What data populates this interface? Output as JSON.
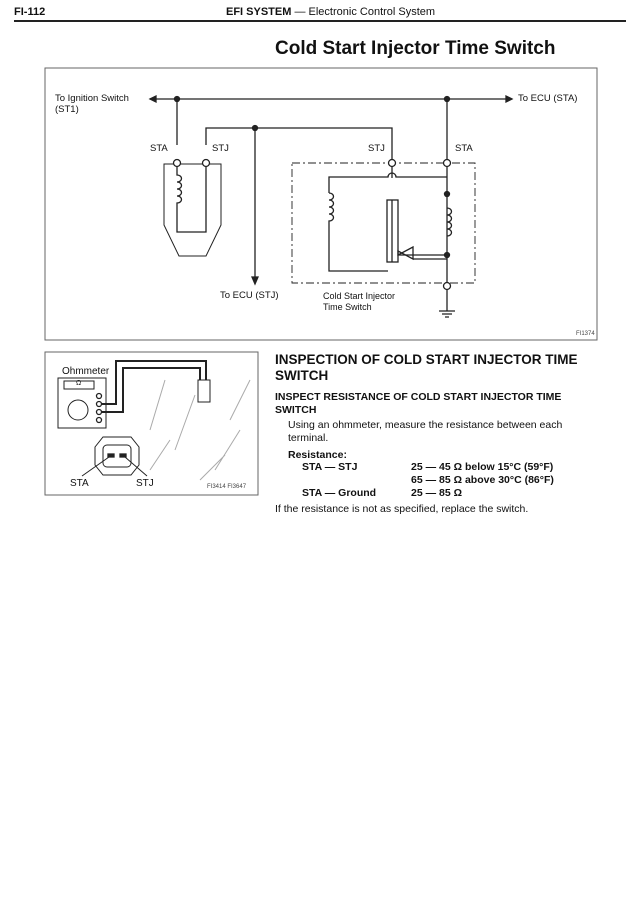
{
  "header": {
    "page_number": "FI-112",
    "section": "EFI SYSTEM",
    "section_sep": " — ",
    "subsection": "Electronic Control System"
  },
  "title": "Cold Start Injector Time Switch",
  "circuit": {
    "to_ignition": "To Ignition Switch",
    "to_ignition_sub": "(ST1)",
    "to_ecu_sta": "To ECU (STA)",
    "to_ecu_stj": "To ECU (STJ)",
    "sta_left": "STA",
    "stj_left": "STJ",
    "stj_right": "STJ",
    "sta_right": "STA",
    "switch_label_1": "Cold Start Injector",
    "switch_label_2": "Time Switch",
    "fig_id": "FI1374"
  },
  "photo": {
    "ohmmeter": "Ohmmeter",
    "ohm_symbol": "Ω",
    "sta": "STA",
    "stj": "STJ",
    "fig_id": "FI3414 FI3647"
  },
  "inspection": {
    "heading": "INSPECTION OF COLD START INJECTOR TIME SWITCH",
    "subheading": "INSPECT RESISTANCE OF COLD START INJECTOR TIME SWITCH",
    "intro": "Using an ohmmeter, measure the resistance between each terminal.",
    "resistance_label": "Resistance:",
    "rows": [
      {
        "pair": "STA — STJ",
        "value": "25 — 45 Ω below 15°C (59°F)"
      },
      {
        "pair": "",
        "value": "65 — 85 Ω above 30°C (86°F)"
      },
      {
        "pair": "STA — Ground",
        "value": "25 — 85 Ω"
      }
    ],
    "note": "If the resistance is not as specified, replace the switch."
  }
}
